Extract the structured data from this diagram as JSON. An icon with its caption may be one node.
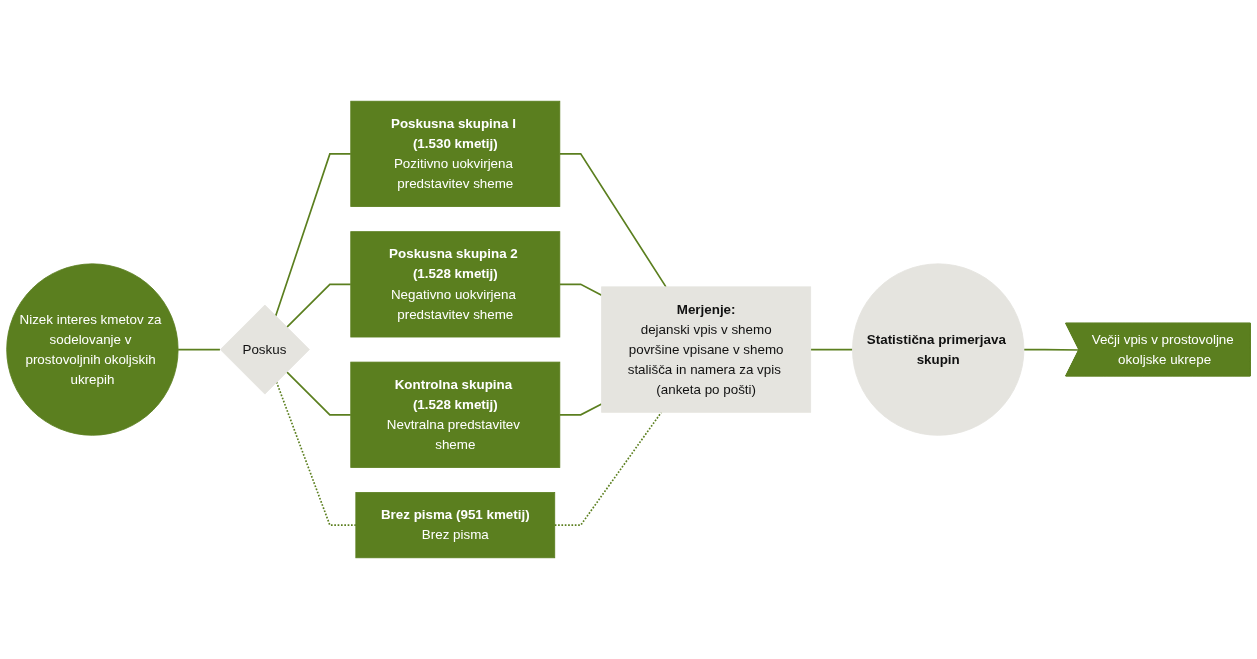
{
  "diagram": {
    "nodes": [
      {
        "text": [
          "Nizek interes kmetov za sodelovanje v prostovoljnih okoljskih ukrepih"
        ]
      },
      {
        "text": [
          "Poskus"
        ]
      },
      {
        "text": [
          "Poskusna skupina I (1.530 kmetij)",
          "Pozitivno uokvirjena predstavitev sheme"
        ]
      },
      {
        "text": [
          "Poskusna skupina 2 (1.528 kmetij)",
          "Negativno uokvirjena predstavitev sheme"
        ]
      },
      {
        "text": [
          "Kontrolna skupina (1.528 kmetij)",
          "Nevtralna predstavitev sheme"
        ]
      },
      {
        "text": [
          "Brez pisma (951 kmetij)",
          "Brez pisma"
        ]
      },
      {
        "text": [
          "Merjenje:",
          "dejanski vpis v shemo",
          "površine vpisane v shemo",
          "stališča in namera za vpis (anketa po pošti)"
        ]
      },
      {
        "text": [
          "Statistična primerjava skupin"
        ]
      },
      {
        "text": [
          "Večji vpis v prostovoljne okoljske ukrepe"
        ]
      }
    ],
    "edges": [
      {
        "from": 0,
        "to": 1,
        "arrow": "none"
      },
      {
        "from": 1,
        "to": 2,
        "arrow": "none"
      },
      {
        "from": 1,
        "to": 3,
        "arrow": "none"
      },
      {
        "from": 1,
        "to": 4,
        "arrow": "none"
      },
      {
        "from": 1,
        "to": 5,
        "arrow": "none",
        "style": "dashed"
      },
      {
        "from": 2,
        "to": 6,
        "arrow": "none"
      },
      {
        "from": 3,
        "to": 6,
        "arrow": "none"
      },
      {
        "from": 4,
        "to": 6,
        "arrow": "none"
      },
      {
        "from": 5,
        "to": 6,
        "arrow": "none",
        "style": "dashed"
      },
      {
        "from": 6,
        "to": 7,
        "arrow": "none"
      },
      {
        "from": 7,
        "to": 8,
        "arrow": "none"
      }
    ]
  }
}
